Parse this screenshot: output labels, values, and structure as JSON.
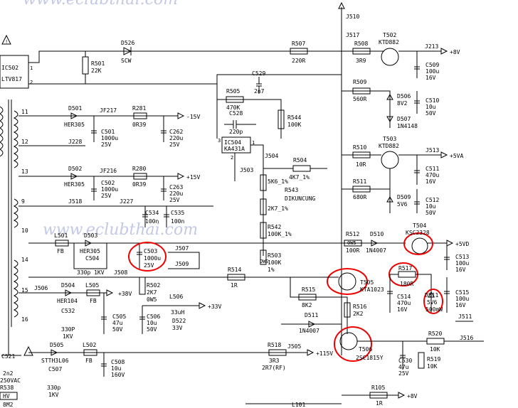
{
  "watermark": {
    "top": "www.eclubthai.com",
    "mid": "www.eclubthai.com"
  },
  "ic": {
    "ic502_name": "IC502",
    "ic502_part": "LTV817",
    "ic502_pin1": "1",
    "ic502_pin2": "2",
    "ic504_name": "IC504",
    "ic504_part": "KA431A",
    "ic504_pin3": "3",
    "ic504_pin1": "1",
    "ic504_pin2": "2"
  },
  "labels": {
    "r501": "R501",
    "r501v": "22K",
    "d526": "D526",
    "d526v": "SCW",
    "r507": "R507",
    "r507v": "220R",
    "c529": "C529",
    "c529v": "2n7",
    "r505": "R505",
    "r505v": "470K",
    "c528": "C528",
    "c528v": "220p",
    "r544": "R544",
    "r544v": "100K",
    "j504": "J504",
    "j503": "J503",
    "r504": "R504",
    "r504v": "4K7_1%",
    "r543a": "5K6_1%",
    "r543": "R543",
    "r543v": "DIKUNCUNG",
    "r543b": "2K7_1%",
    "r542": "R542",
    "r542v": "100K_1%",
    "r503": "R503",
    "r503v": "100K",
    "r503p": "1%",
    "ows": "OWS",
    "j510": "J510",
    "j517": "J517",
    "r508": "R508",
    "r508v": "3R9",
    "t502": "T502",
    "t502v": "KTD882",
    "j213": "J213",
    "p8v": "+8V",
    "c509": "C509",
    "c509v": "100u",
    "c509u": "16V",
    "r509": "R509",
    "r509v": "560R",
    "d506": "D506",
    "d506v": "8V2",
    "d507": "D507",
    "d507v": "1N4148",
    "c510": "C510",
    "c510v": "10u",
    "c510u": "50V",
    "t503": "T503",
    "t503v": "KTD882",
    "r510": "R510",
    "r510v": "10R",
    "j513": "J513",
    "p5va": "+5VA",
    "c511": "C511",
    "c511v": "470u",
    "c511u": "16V",
    "r511": "R511",
    "r511v": "680R",
    "d509": "D509",
    "d509v": "5V6",
    "c512": "C512",
    "c512v": "10u",
    "c512u": "50V",
    "r512": "R512",
    "r512v": "0W5",
    "r512v2": "100R",
    "d510": "D510",
    "d510v": "1N4007",
    "t504": "T504",
    "t504v": "KSC2328",
    "p5vd": "+5VD",
    "c513": "C513",
    "c513v": "100u",
    "c513u": "16V",
    "r517": "R517",
    "r517v": "180R",
    "d511": "D511",
    "d511v": "5V6",
    "d511w": "500mW",
    "c514": "C514",
    "c514v": "470u",
    "c514u": "16V",
    "c515": "C515",
    "c515v": "100u",
    "c515u": "16V",
    "j511": "J511",
    "t505": "T505",
    "t505v": "KTA1023",
    "r515": "R515",
    "r515v": "8K2",
    "r516": "R516",
    "r516v": "2K2",
    "d511b": "D511",
    "d511bv": "1N4007",
    "t506": "T506",
    "t506v": "2SC1815Y",
    "c530": "C530",
    "c530v": "47u",
    "c530u": "25V",
    "r520": "R520",
    "r520v": "10K",
    "j516": "J516",
    "r519": "R519",
    "r519v": "10K",
    "r518": "R518",
    "r518v": "3R3",
    "r518p": "2R7(RF)",
    "j505": "J505",
    "p115v": "+115V",
    "r105": "R105",
    "r105v": "1R",
    "p8vb": "+8V",
    "l101": "L101",
    "n11": "11",
    "n12": "12",
    "n13": "13",
    "n9": "9",
    "n10": "10",
    "n14": "14",
    "n15": "15",
    "n16": "16",
    "d501": "D501",
    "d501v": "HER305",
    "jf217": "JF217",
    "r281": "R281",
    "r281v": "0R39",
    "m15v": "-15V",
    "c501": "C501",
    "c501v": "1000u",
    "c501u": "25V",
    "c262": "C262",
    "c262v": "220u",
    "c262u": "25V",
    "j228": "J228",
    "d502": "D502",
    "d502v": "HER305",
    "jf216": "JF216",
    "r280": "R280",
    "r280v": "0R39",
    "p15v": "+15V",
    "c502": "C502",
    "c502v": "1000u",
    "c502u": "25V",
    "c263": "C263",
    "c263v": "220u",
    "c263u": "25V",
    "j518": "J518",
    "j227": "J227",
    "c534": "C534",
    "c534v": "100n",
    "c535": "C535",
    "c535v": "100n",
    "l501": "L501",
    "l501v": "FB",
    "d503": "D503",
    "d503v": "HER305",
    "c504": "C504",
    "c504v": "330p 1KV",
    "c503": "C503",
    "c503v": "1000u",
    "c503u": "25V",
    "j507": "J507",
    "j509": "J509",
    "r514": "R514",
    "r514v": "1R",
    "j508": "J508",
    "j506": "J506",
    "d504": "D504",
    "d504v": "HER104",
    "l505": "L505",
    "l505v": "FB",
    "p38v": "+38V",
    "c532": "C532",
    "c532v": "330P",
    "c532u": "1KV",
    "r502": "R502",
    "r502v": "2K7",
    "r502p": "0W5",
    "l506": "L506",
    "l506v": "33uH",
    "p33v": "+33V",
    "d522": "D522",
    "d522v": "33V",
    "c505": "C505",
    "c505v": "47u",
    "c505u": "50V",
    "c506": "C506",
    "c506v": "10u",
    "c506u": "50V",
    "c521": "C521",
    "c521v": "2n2",
    "c521u": "250VAC",
    "r538": "R538",
    "hv": "HV",
    "r538v": "8M2",
    "d505": "D505",
    "d505v": "STTH3L06",
    "l502": "L502",
    "l502v": "FB",
    "c507": "C507",
    "c507v": "330p",
    "c507u": "1KV",
    "c508": "C508",
    "c508v": "10u",
    "c508u": "160V"
  }
}
